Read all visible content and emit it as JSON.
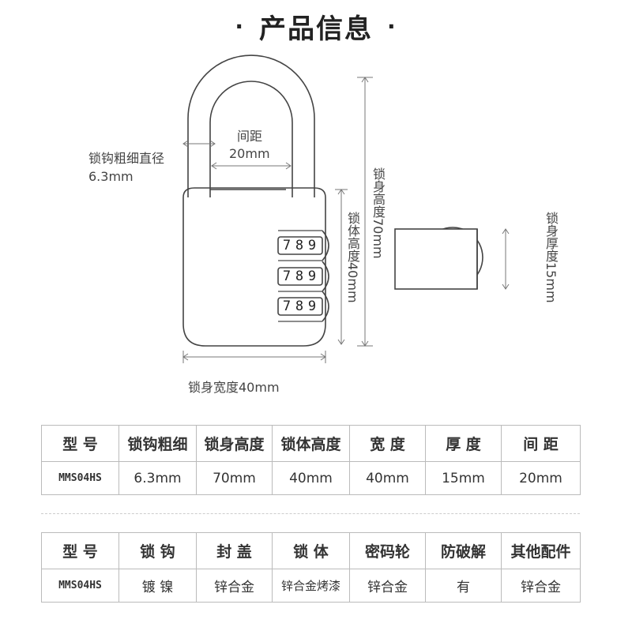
{
  "title": "产品信息",
  "title_dot": "·",
  "labels": {
    "shackle_diameter": "锁钩粗细直径",
    "shackle_diameter_value": "6.3mm",
    "gap_label": "间距",
    "gap_value": "20mm",
    "lock_height": "锁身高度70mm",
    "body_height": "锁体高度40mm",
    "thickness": "锁身厚度15mm",
    "body_width": "锁身宽度40mm"
  },
  "dial_digits": [
    "7",
    "8",
    "9"
  ],
  "dimensions_table": {
    "headers": [
      "型 号",
      "锁钩粗细",
      "锁身高度",
      "锁体高度",
      "宽 度",
      "厚 度",
      "间 距"
    ],
    "row": [
      "MMS04HS",
      "6.3mm",
      "70mm",
      "40mm",
      "40mm",
      "15mm",
      "20mm"
    ]
  },
  "materials_table": {
    "headers": [
      "型 号",
      "锁 钩",
      "封 盖",
      "锁 体",
      "密码轮",
      "防破解",
      "其他配件"
    ],
    "row": [
      "MMS04HS",
      "镀 镍",
      "锌合金",
      "锌合金烤漆",
      "锌合金",
      "有",
      "锌合金"
    ]
  },
  "colors": {
    "line": "#444444",
    "accent_line": "#888888"
  }
}
